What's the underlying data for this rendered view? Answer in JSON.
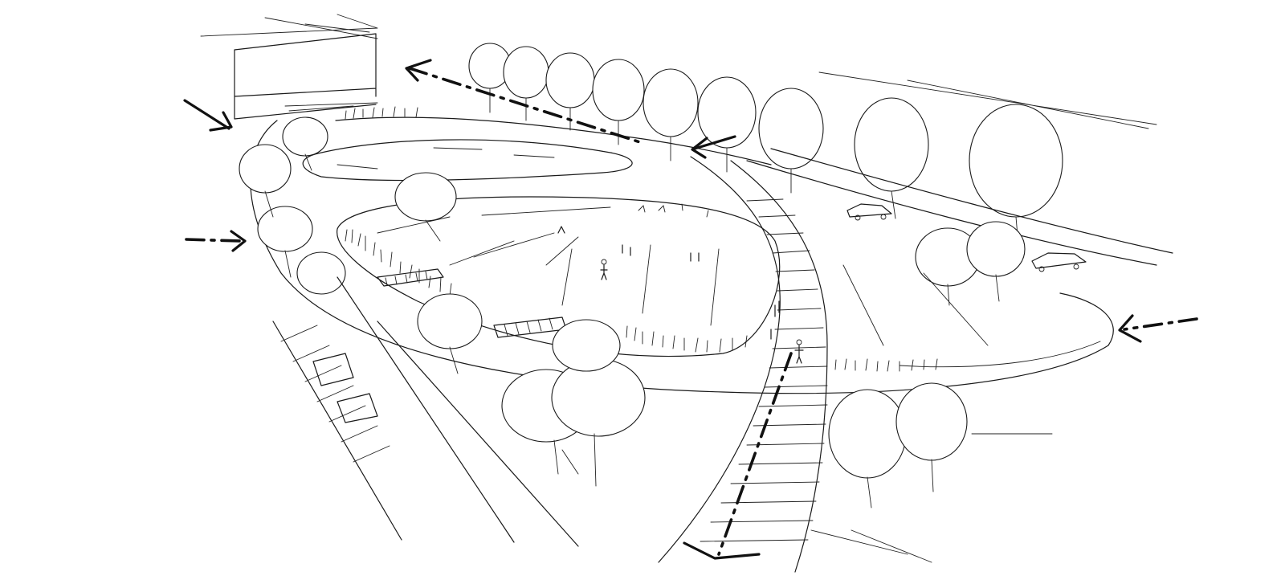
{
  "sketch": {
    "kind": "hand-drawn landscape perspective",
    "ink_color": "#111111",
    "paper_color": "#ffffff",
    "elements": [
      "elliptical-lawn",
      "inner-pond",
      "boardwalk-steps",
      "tree-rows",
      "road",
      "cars",
      "people",
      "arrows"
    ]
  }
}
